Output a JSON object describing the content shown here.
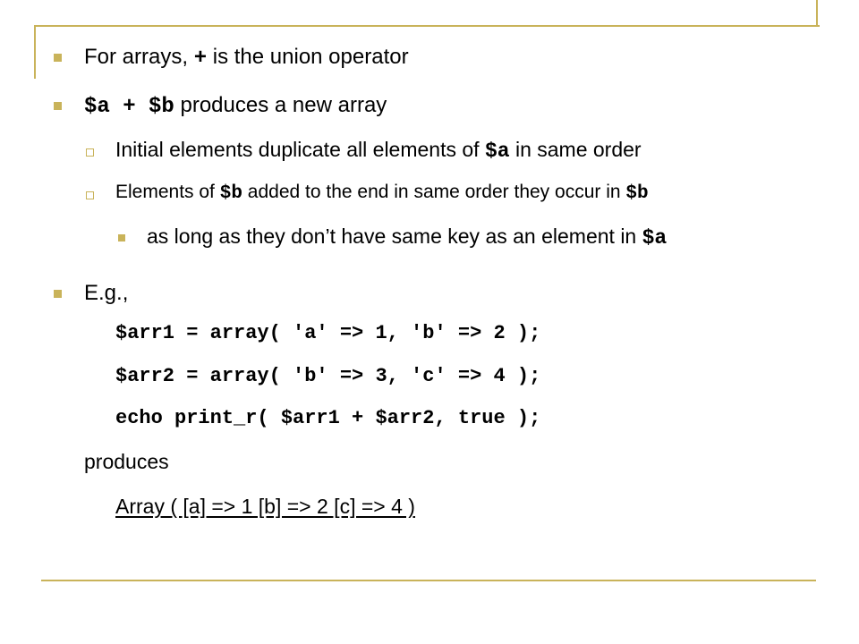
{
  "bullets": {
    "b1": {
      "pre": "For arrays, ",
      "code": "+",
      "post": " is the union operator"
    },
    "b2": {
      "code": "$a + $b",
      "post": " produces a new array"
    },
    "b2a": {
      "pre": "Initial elements duplicate all elements of ",
      "code": "$a",
      "post": " in same order"
    },
    "b2b": {
      "pre": "Elements of ",
      "code": "$b",
      "mid": " added to the end in same order they occur in ",
      "code2": "$b"
    },
    "b2b1": {
      "pre": "as long as they don’t have same key as an element in ",
      "code": "$a"
    },
    "b3": {
      "label": "E.g.,"
    }
  },
  "code_lines": [
    "$arr1 = array( 'a' => 1, 'b' => 2 );",
    "$arr2 = array( 'b' => 3, 'c' => 4 );",
    "echo print_r( $arr1 + $arr2, true );"
  ],
  "produces_label": "produces",
  "output_line": "Array ( [a] => 1 [b] => 2 [c] => 4 )",
  "colors": {
    "accent": "#c9b35a",
    "text": "#000000",
    "background": "#ffffff"
  }
}
